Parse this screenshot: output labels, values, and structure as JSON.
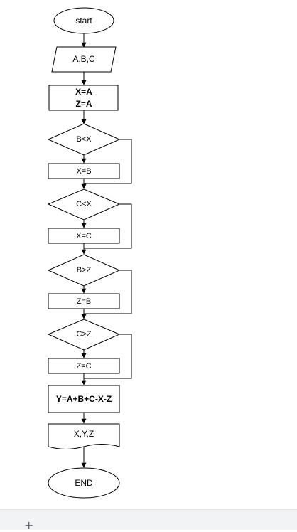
{
  "flowchart": {
    "start_label": "start",
    "input_label": "A,B,C",
    "init_line1": "X=A",
    "init_line2": "Z=A",
    "cond1": "B<X",
    "assign1": "X=B",
    "cond2": "C<X",
    "assign2": "X=C",
    "cond3": "B>Z",
    "assign3": "Z=B",
    "cond4": "C>Z",
    "assign4": "Z=C",
    "compute_label": "Y=A+B+C-X-Z",
    "output_label": "X,Y,Z",
    "end_label": "END"
  },
  "bottom_bar": {
    "add_icon": "plus-icon",
    "add_symbol": "+"
  }
}
